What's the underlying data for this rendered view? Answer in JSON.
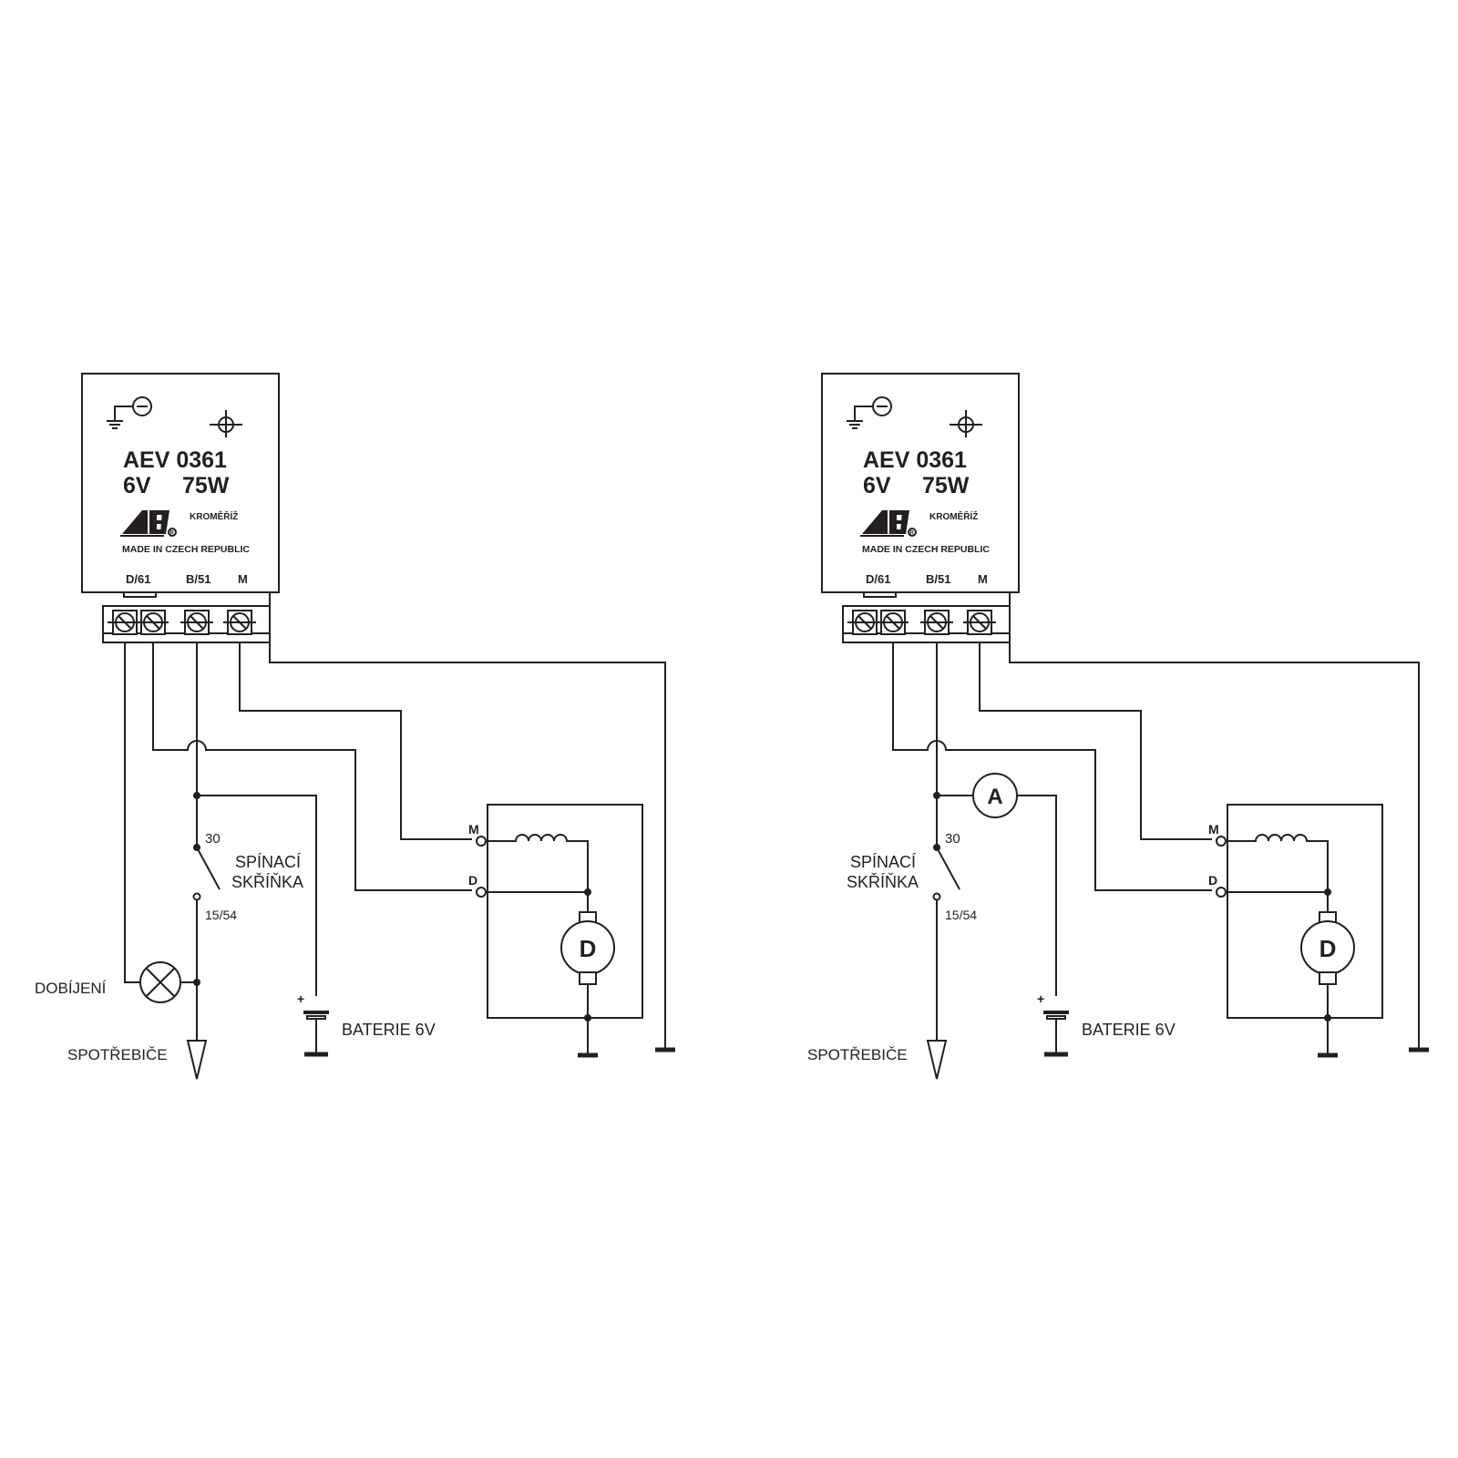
{
  "diagrams": [
    {
      "regulator": {
        "model": "AEV  0361",
        "voltage": "6V",
        "power": "75W",
        "city": "KROMĚŘÍŽ",
        "origin": "MADE IN CZECH REPUBLIC",
        "logo": "AEV",
        "registered": "R",
        "terminals": [
          "D/61",
          "B/51",
          "M"
        ]
      },
      "switch": {
        "terminal_in": "30",
        "terminal_out": "15/54",
        "label_line1": "SPÍNACÍ",
        "label_line2": "SKŘÍŇKA"
      },
      "lamp_label": "DOBÍJENÍ",
      "consumers_label": "SPOTŘEBIČE",
      "battery": {
        "label": "BATERIE 6V",
        "plus": "+"
      },
      "dynamo": {
        "symbol": "D",
        "terminal_m": "M",
        "terminal_d": "D"
      }
    },
    {
      "regulator": {
        "model": "AEV  0361",
        "voltage": "6V",
        "power": "75W",
        "city": "KROMĚŘÍŽ",
        "origin": "MADE IN CZECH REPUBLIC",
        "logo": "AEV",
        "registered": "R",
        "terminals": [
          "D/61",
          "B/51",
          "M"
        ]
      },
      "ammeter": "A",
      "switch": {
        "terminal_in": "30",
        "terminal_out": "15/54",
        "label_line1": "SPÍNACÍ",
        "label_line2": "SKŘÍŇKA"
      },
      "consumers_label": "SPOTŘEBIČE",
      "battery": {
        "label": "BATERIE 6V",
        "plus": "+"
      },
      "dynamo": {
        "symbol": "D",
        "terminal_m": "M",
        "terminal_d": "D"
      }
    }
  ]
}
